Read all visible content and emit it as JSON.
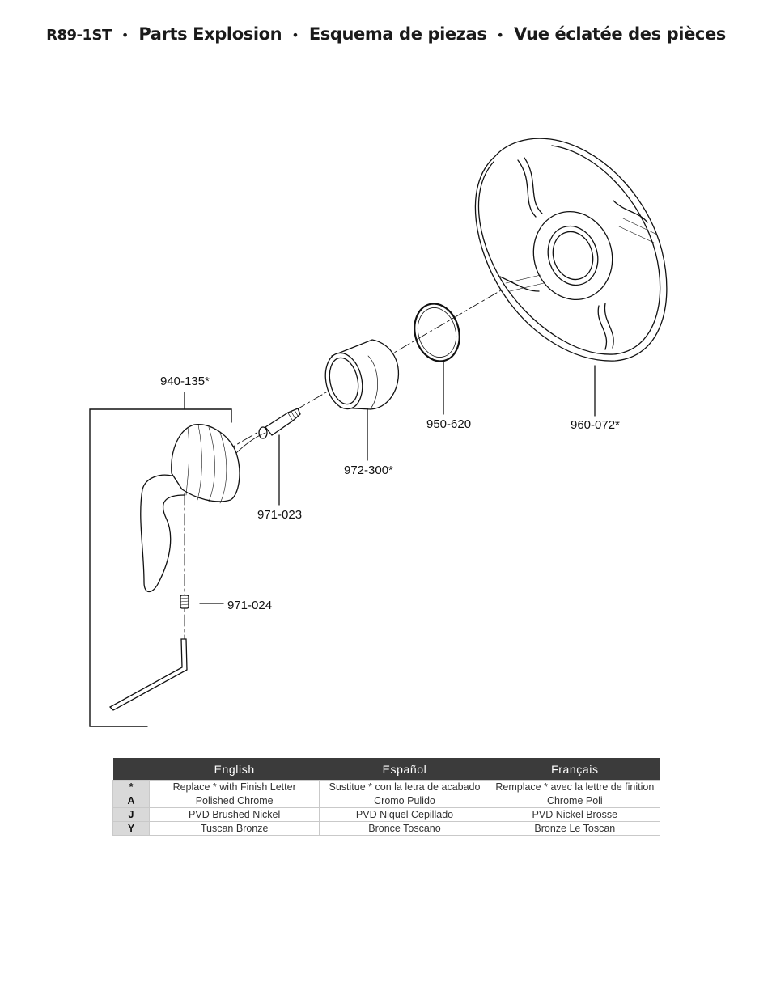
{
  "header": {
    "model": "R89-1ST",
    "separator": "•",
    "title_en": "Parts Explosion",
    "title_es": "Esquema de piezas",
    "title_fr": "Vue éclatée des pièces"
  },
  "parts": {
    "handle_assembly": "940-135*",
    "adapter_stem": "971-023",
    "set_screw": "971-024",
    "sleeve": "972-300*",
    "o_ring": "950-620",
    "escutcheon": "960-072*"
  },
  "finish_table": {
    "headers": [
      "",
      "English",
      "Español",
      "Français"
    ],
    "rows": [
      {
        "code": "*",
        "en": "Replace * with Finish Letter",
        "es": "Sustitue * con la letra de acabado",
        "fr": "Remplace * avec la lettre de finition"
      },
      {
        "code": "A",
        "en": "Polished Chrome",
        "es": "Cromo Pulido",
        "fr": "Chrome Poli"
      },
      {
        "code": "J",
        "en": "PVD Brushed Nickel",
        "es": "PVD Niquel Cepillado",
        "fr": "PVD Nickel Brosse"
      },
      {
        "code": "Y",
        "en": "Tuscan Bronze",
        "es": "Bronce Toscano",
        "fr": "Bronze Le Toscan"
      }
    ]
  }
}
